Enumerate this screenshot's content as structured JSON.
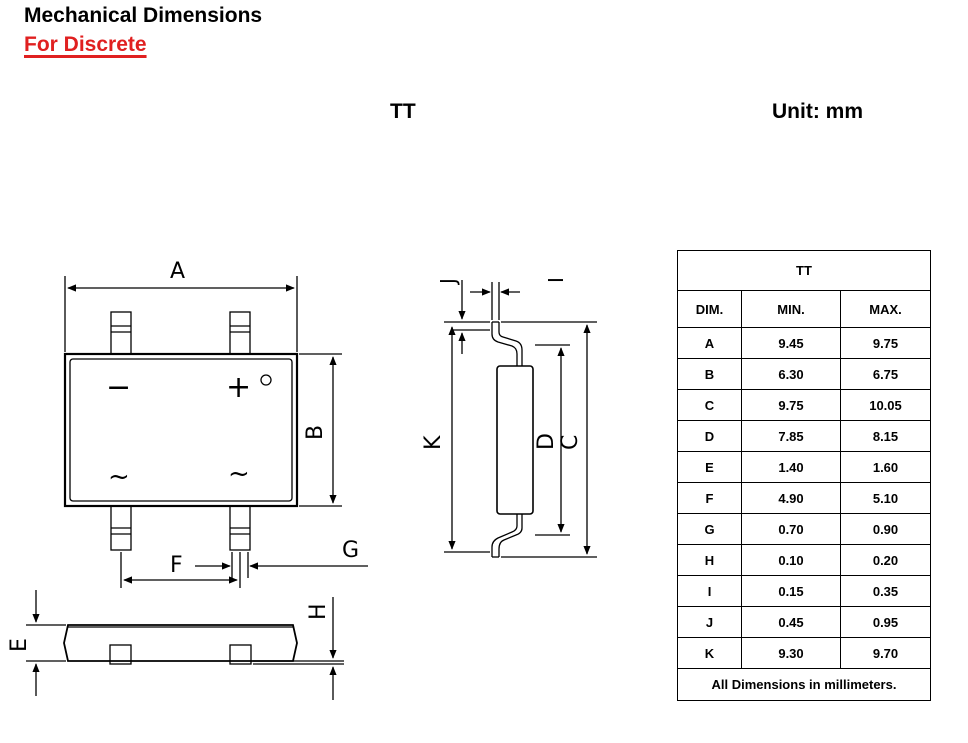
{
  "header": {
    "title": "Mechanical Dimensions",
    "subtitle": "For Discrete",
    "package": "TT",
    "unit": "Unit: mm"
  },
  "diagram": {
    "top_view_labels": {
      "A": "A",
      "B": "B",
      "F": "F",
      "G": "G",
      "minus": "−",
      "plus": "+",
      "ac1": "~",
      "ac2": "~"
    },
    "front_view_labels": {
      "E": "E",
      "H": "H"
    },
    "side_view_labels": {
      "J": "J",
      "I": "I",
      "K": "K",
      "D": "D",
      "C": "C"
    }
  },
  "table": {
    "package": "TT",
    "columns": [
      "DIM.",
      "MIN.",
      "MAX."
    ],
    "rows": [
      [
        "A",
        "9.45",
        "9.75"
      ],
      [
        "B",
        "6.30",
        "6.75"
      ],
      [
        "C",
        "9.75",
        "10.05"
      ],
      [
        "D",
        "7.85",
        "8.15"
      ],
      [
        "E",
        "1.40",
        "1.60"
      ],
      [
        "F",
        "4.90",
        "5.10"
      ],
      [
        "G",
        "0.70",
        "0.90"
      ],
      [
        "H",
        "0.10",
        "0.20"
      ],
      [
        "I",
        "0.15",
        "0.35"
      ],
      [
        "J",
        "0.45",
        "0.95"
      ],
      [
        "K",
        "9.30",
        "9.70"
      ]
    ],
    "note": "All Dimensions in millimeters."
  },
  "colors": {
    "subtitle": "#e02020",
    "lines": "#000000"
  }
}
